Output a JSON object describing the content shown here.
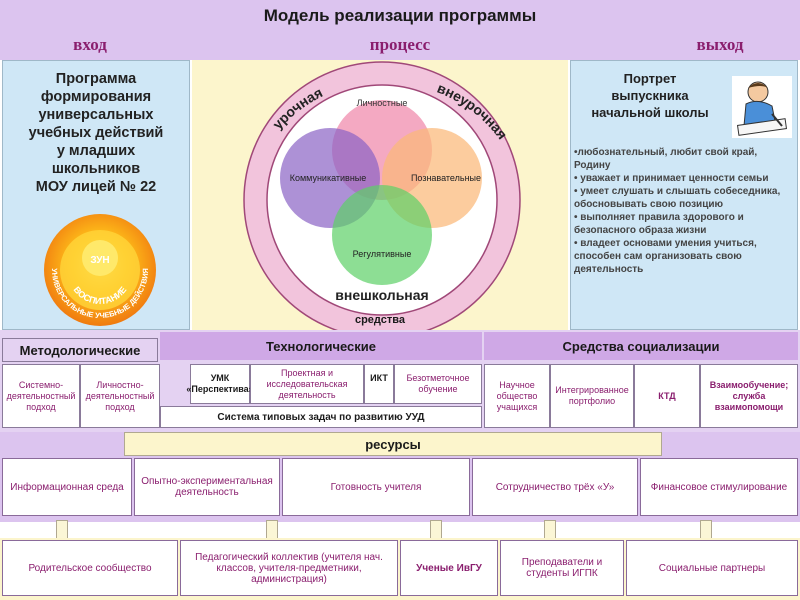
{
  "title": "Модель реализации программы",
  "phases": {
    "input": "вход",
    "process": "процесс",
    "output": "выход"
  },
  "left_panel": {
    "program_lines": [
      "Программа",
      "формирования",
      "универсальных",
      "учебных действий",
      "у младших",
      "школьников",
      "МОУ лицей № 22"
    ],
    "emblem": {
      "inner": "ЗУН",
      "middle": "ВОСПИТАНИЕ",
      "outer": "УНИВЕРСАЛЬНЫЕ УЧЕБНЫЕ ДЕЙСТВИЯ"
    }
  },
  "center_diagram": {
    "arc_left": "урочная",
    "arc_right": "внеурочная",
    "arc_bottom": "внешкольная",
    "circles": {
      "top": "Личностные",
      "left": "Коммуникативные",
      "right": "Познавательные",
      "bottom": "Регулятивные"
    },
    "means_label": "средства"
  },
  "right_panel": {
    "portrait_lines": [
      "Портрет",
      "выпускника",
      "начальной школы"
    ],
    "traits": [
      "•любознательный, любит свой край, Родину",
      "• уважает и принимает ценности семьи",
      "• умеет слушать и слышать собеседника, обосновывать свою позицию",
      "• выполняет правила здорового и безопасного образа жизни",
      "• владеет основами умения учиться, способен сам организовать свою деятельность"
    ]
  },
  "means": {
    "methodological": {
      "header": "Методологические",
      "items": [
        "Системно-деятельностный подход",
        "Личностно-деятельностный подход"
      ]
    },
    "technological": {
      "header": "Технологические",
      "items": [
        "УМК «Перспектива»",
        "Проектная и исследовательская деятельность",
        "ИКТ",
        "Безотметочное обучение"
      ],
      "footer": "Система типовых задач по развитию УУД"
    },
    "socialization": {
      "header": "Средства социализации",
      "items": [
        "Научное общество учащихся",
        "Интегрированное портфолио",
        "КТД",
        "Взаимообучение; служба взаимопомощи"
      ]
    }
  },
  "resources": {
    "label": "ресурсы",
    "items": [
      "Информационная среда",
      "Опытно-экспериментальная деятельность",
      "Готовность учителя",
      "Сотрудничество трёх «У»",
      "Финансовое стимулирование"
    ]
  },
  "partners": [
    "Родительское сообщество",
    "Педагогический коллектив (учителя нач. классов, учителя-предметники, администрация)",
    "Ученые ИвГУ",
    "Преподаватели и студенты ИГПК",
    "Социальные партнеры"
  ]
}
